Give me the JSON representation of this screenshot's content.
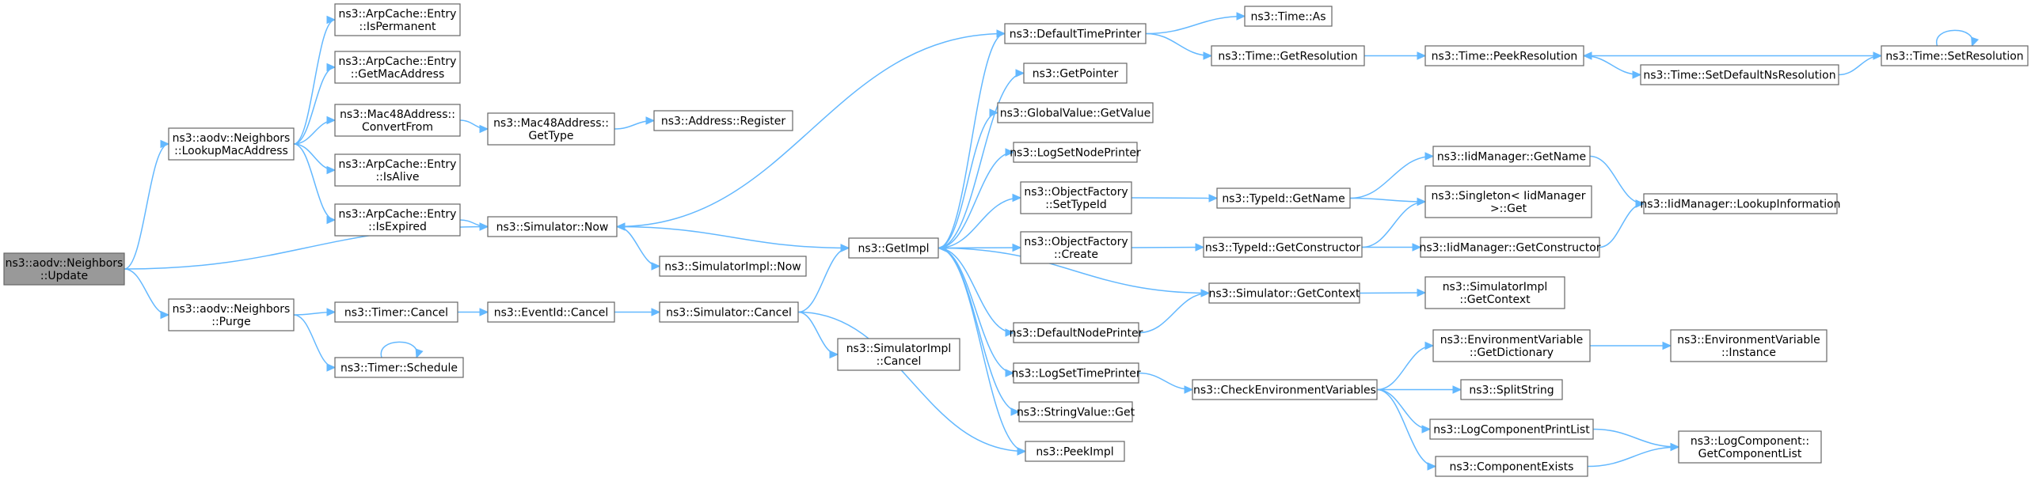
{
  "graph": {
    "nodes": [
      {
        "id": "root",
        "lines": [
          "ns3::aodv::Neighbors",
          "::Update"
        ],
        "root": true
      },
      {
        "id": "lookup",
        "lines": [
          "ns3::aodv::Neighbors",
          "::LookupMacAddress"
        ]
      },
      {
        "id": "purge",
        "lines": [
          "ns3::aodv::Neighbors",
          "::Purge"
        ]
      },
      {
        "id": "isperm",
        "lines": [
          "ns3::ArpCache::Entry",
          "::IsPermanent"
        ]
      },
      {
        "id": "getmac",
        "lines": [
          "ns3::ArpCache::Entry",
          "::GetMacAddress"
        ]
      },
      {
        "id": "convfrom",
        "lines": [
          "ns3::Mac48Address::",
          "ConvertFrom"
        ]
      },
      {
        "id": "isalive",
        "lines": [
          "ns3::ArpCache::Entry",
          "::IsAlive"
        ]
      },
      {
        "id": "isexp",
        "lines": [
          "ns3::ArpCache::Entry",
          "::IsExpired"
        ]
      },
      {
        "id": "macgettype",
        "lines": [
          "ns3::Mac48Address::",
          "GetType"
        ]
      },
      {
        "id": "addrreg",
        "lines": [
          "ns3::Address::Register"
        ]
      },
      {
        "id": "simnow",
        "lines": [
          "ns3::Simulator::Now"
        ]
      },
      {
        "id": "simimplnow",
        "lines": [
          "ns3::SimulatorImpl::Now"
        ]
      },
      {
        "id": "timercancel",
        "lines": [
          "ns3::Timer::Cancel"
        ]
      },
      {
        "id": "timersched",
        "lines": [
          "ns3::Timer::Schedule"
        ]
      },
      {
        "id": "eventcancel",
        "lines": [
          "ns3::EventId::Cancel"
        ]
      },
      {
        "id": "simcancel",
        "lines": [
          "ns3::Simulator::Cancel"
        ]
      },
      {
        "id": "simimplcancel",
        "lines": [
          "ns3::SimulatorImpl",
          "::Cancel"
        ]
      },
      {
        "id": "getimpl",
        "lines": [
          "ns3::GetImpl"
        ]
      },
      {
        "id": "deftimeprinter",
        "lines": [
          "ns3::DefaultTimePrinter"
        ]
      },
      {
        "id": "getpointer",
        "lines": [
          "ns3::GetPointer"
        ]
      },
      {
        "id": "gvgetvalue",
        "lines": [
          "ns3::GlobalValue::GetValue"
        ]
      },
      {
        "id": "logsetnode",
        "lines": [
          "ns3::LogSetNodePrinter"
        ]
      },
      {
        "id": "ofsettypeid",
        "lines": [
          "ns3::ObjectFactory",
          "::SetTypeId"
        ]
      },
      {
        "id": "ofcreate",
        "lines": [
          "ns3::ObjectFactory",
          "::Create"
        ]
      },
      {
        "id": "defnodeprinter",
        "lines": [
          "ns3::DefaultNodePrinter"
        ]
      },
      {
        "id": "logsettime",
        "lines": [
          "ns3::LogSetTimePrinter"
        ]
      },
      {
        "id": "stringget",
        "lines": [
          "ns3::StringValue::Get"
        ]
      },
      {
        "id": "peekimpl",
        "lines": [
          "ns3::PeekImpl"
        ]
      },
      {
        "id": "timeas",
        "lines": [
          "ns3::Time::As"
        ]
      },
      {
        "id": "timegetres",
        "lines": [
          "ns3::Time::GetResolution"
        ]
      },
      {
        "id": "typeidgetname",
        "lines": [
          "ns3::TypeId::GetName"
        ]
      },
      {
        "id": "typeidgetctor",
        "lines": [
          "ns3::TypeId::GetConstructor"
        ]
      },
      {
        "id": "simgetctx",
        "lines": [
          "ns3::Simulator::GetContext"
        ]
      },
      {
        "id": "checkenv",
        "lines": [
          "ns3::CheckEnvironmentVariables"
        ]
      },
      {
        "id": "timepeekres",
        "lines": [
          "ns3::Time::PeekResolution"
        ]
      },
      {
        "id": "timesetdef",
        "lines": [
          "ns3::Time::SetDefaultNsResolution"
        ]
      },
      {
        "id": "timesetres",
        "lines": [
          "ns3::Time::SetResolution"
        ]
      },
      {
        "id": "iidgetname",
        "lines": [
          "ns3::IidManager::GetName"
        ]
      },
      {
        "id": "singleton",
        "lines": [
          "ns3::Singleton< IidManager",
          " >::Get"
        ]
      },
      {
        "id": "iidgetctor",
        "lines": [
          "ns3::IidManager::GetConstructor"
        ]
      },
      {
        "id": "iidlookup",
        "lines": [
          "ns3::IidManager::LookupInformation"
        ]
      },
      {
        "id": "simimplctx",
        "lines": [
          "ns3::SimulatorImpl",
          "::GetContext"
        ]
      },
      {
        "id": "envgetdict",
        "lines": [
          "ns3::EnvironmentVariable",
          "::GetDictionary"
        ]
      },
      {
        "id": "envinstance",
        "lines": [
          "ns3::EnvironmentVariable",
          "::Instance"
        ]
      },
      {
        "id": "splitstring",
        "lines": [
          "ns3::SplitString"
        ]
      },
      {
        "id": "logcompprint",
        "lines": [
          "ns3::LogComponentPrintList"
        ]
      },
      {
        "id": "compexists",
        "lines": [
          "ns3::ComponentExists"
        ]
      },
      {
        "id": "logcompget",
        "lines": [
          "ns3::LogComponent::",
          "GetComponentList"
        ]
      }
    ],
    "edges": [
      [
        "root",
        "lookup"
      ],
      [
        "root",
        "simnow"
      ],
      [
        "root",
        "purge"
      ],
      [
        "lookup",
        "isperm"
      ],
      [
        "lookup",
        "getmac"
      ],
      [
        "lookup",
        "convfrom"
      ],
      [
        "lookup",
        "isalive"
      ],
      [
        "lookup",
        "isexp"
      ],
      [
        "convfrom",
        "macgettype"
      ],
      [
        "macgettype",
        "addrreg"
      ],
      [
        "isexp",
        "simnow"
      ],
      [
        "simnow",
        "getimpl"
      ],
      [
        "simnow",
        "simimplnow"
      ],
      [
        "purge",
        "timercancel"
      ],
      [
        "purge",
        "timersched"
      ],
      [
        "timersched",
        "timersched"
      ],
      [
        "timercancel",
        "eventcancel"
      ],
      [
        "eventcancel",
        "simcancel"
      ],
      [
        "simcancel",
        "getimpl"
      ],
      [
        "simcancel",
        "simimplcancel"
      ],
      [
        "simcancel",
        "peekimpl"
      ],
      [
        "getimpl",
        "deftimeprinter"
      ],
      [
        "getimpl",
        "getpointer"
      ],
      [
        "getimpl",
        "gvgetvalue"
      ],
      [
        "getimpl",
        "logsetnode"
      ],
      [
        "getimpl",
        "ofsettypeid"
      ],
      [
        "getimpl",
        "ofcreate"
      ],
      [
        "getimpl",
        "defnodeprinter"
      ],
      [
        "getimpl",
        "logsettime"
      ],
      [
        "getimpl",
        "stringget"
      ],
      [
        "getimpl",
        "peekimpl"
      ],
      [
        "deftimeprinter",
        "simnow"
      ],
      [
        "deftimeprinter",
        "timeas"
      ],
      [
        "deftimeprinter",
        "timegetres"
      ],
      [
        "timegetres",
        "timepeekres"
      ],
      [
        "timepeekres",
        "timesetdef"
      ],
      [
        "timesetdef",
        "timesetres"
      ],
      [
        "timesetres",
        "timepeekres"
      ],
      [
        "timesetres",
        "timesetres"
      ],
      [
        "ofsettypeid",
        "typeidgetname"
      ],
      [
        "ofcreate",
        "typeidgetctor"
      ],
      [
        "typeidgetname",
        "iidgetname"
      ],
      [
        "typeidgetname",
        "singleton"
      ],
      [
        "typeidgetctor",
        "singleton"
      ],
      [
        "typeidgetctor",
        "iidgetctor"
      ],
      [
        "iidgetname",
        "iidlookup"
      ],
      [
        "iidgetctor",
        "iidlookup"
      ],
      [
        "defnodeprinter",
        "simgetctx"
      ],
      [
        "simgetctx",
        "getimpl"
      ],
      [
        "simgetctx",
        "simimplctx"
      ],
      [
        "logsettime",
        "checkenv"
      ],
      [
        "checkenv",
        "envgetdict"
      ],
      [
        "checkenv",
        "splitstring"
      ],
      [
        "checkenv",
        "logcompprint"
      ],
      [
        "checkenv",
        "compexists"
      ],
      [
        "envgetdict",
        "envinstance"
      ],
      [
        "logcompprint",
        "logcompget"
      ],
      [
        "compexists",
        "logcompget"
      ]
    ]
  }
}
